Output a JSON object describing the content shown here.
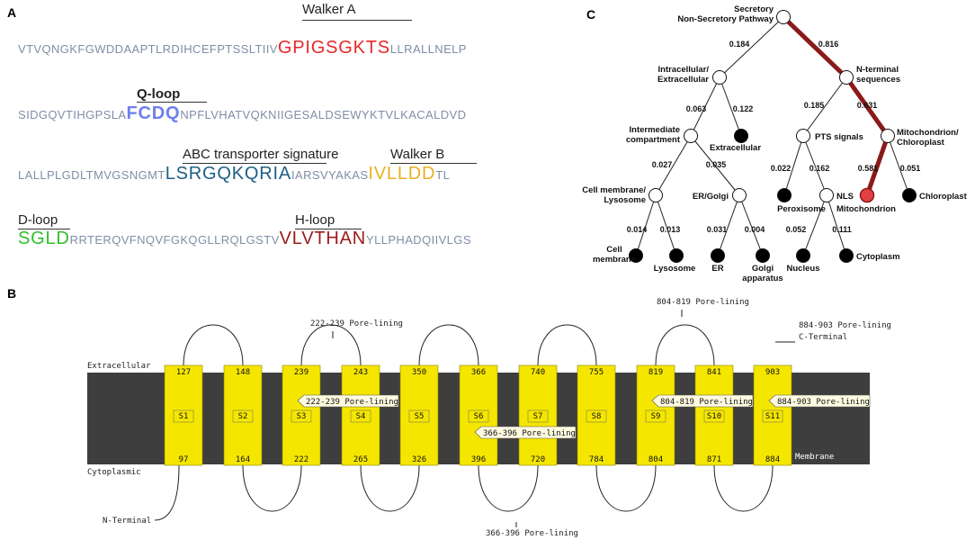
{
  "panels": {
    "a": "A",
    "b": "B",
    "c": "C"
  },
  "panel_a": {
    "lines": [
      {
        "pre": "VTVQNGKFGWDDAAPTLRDIHCEFPTSSLTIIV",
        "motif": "GPIGSGKTS",
        "post": "LLRALLNELP",
        "label": "Walker A",
        "color": "#e8272a"
      },
      {
        "pre": "SIDGQVTIHGPSLA",
        "motif": "FCDQ",
        "post": "NPFLVHATVQKNIIGESALDSEWYKTVLKACALDVD",
        "label": "Q-loop",
        "color": "#6f7ff0"
      },
      {
        "pre": "LALLPLGDLTMVGSNGMT",
        "motif": "LSRGQKQRIA",
        "post": "IARSVYAKAS",
        "motif2": "IVLLDD",
        "post2": "TL",
        "label": "ABC transporter signature",
        "label2": "Walker B",
        "color": "#1d5f86",
        "color2": "#e8b01f"
      },
      {
        "pre": "",
        "motif": "SGLD",
        "post": "RRTERQVFNQVFGKQGLLRQLGSTV",
        "motif2": "VLVTHAN",
        "post2": "YLLPHADQIIVLGS",
        "label": "D-loop",
        "label2": "H-loop",
        "color": "#2fbf2a",
        "color2": "#9b1a1a"
      }
    ]
  },
  "panel_b": {
    "side_labels": {
      "extracellular": "Extracellular",
      "cytoplasmic": "Cytoplasmic",
      "membrane": "Membrane"
    },
    "segments": [
      {
        "name": "S1",
        "top": "127",
        "bottom": "97"
      },
      {
        "name": "S2",
        "top": "148",
        "bottom": "164"
      },
      {
        "name": "S3",
        "top": "239",
        "bottom": "222"
      },
      {
        "name": "S4",
        "top": "243",
        "bottom": "265"
      },
      {
        "name": "S5",
        "top": "350",
        "bottom": "326"
      },
      {
        "name": "S6",
        "top": "366",
        "bottom": "396"
      },
      {
        "name": "S7",
        "top": "740",
        "bottom": "720"
      },
      {
        "name": "S8",
        "top": "755",
        "bottom": "784"
      },
      {
        "name": "S9",
        "top": "819",
        "bottom": "804"
      },
      {
        "name": "S10",
        "top": "841",
        "bottom": "871"
      },
      {
        "name": "S11",
        "top": "903",
        "bottom": "884"
      }
    ],
    "pore_tags": [
      "222-239 Pore-lining",
      "366-396 Pore-lining",
      "804-819 Pore-lining",
      "884-903 Pore-lining"
    ],
    "callouts": {
      "c1": "222-239 Pore-lining",
      "c2": "804-819 Pore-lining",
      "c3": "884-903 Pore-lining",
      "c3b": "C-Terminal",
      "c4": "N-Terminal",
      "c5": "366-396 Pore-lining"
    }
  },
  "panel_c": {
    "nodes": {
      "root": [
        "Secretory",
        "Non-Secretory Pathway"
      ],
      "intra": [
        "Intracellular/",
        "Extracellular"
      ],
      "nterm": [
        "N-terminal",
        "sequences"
      ],
      "intermediate": [
        "Intermediate",
        "compartment"
      ],
      "extracellular": [
        "Extracellular"
      ],
      "pts": [
        "PTS signals"
      ],
      "mito": [
        "Mitochondrion/",
        "Chloroplast"
      ],
      "cellmem": [
        "Cell membrane/",
        "Lysosome"
      ],
      "ergolgi": [
        "ER/Golgi"
      ],
      "peroxisome": [
        "Peroxisome"
      ],
      "nls": [
        "NLS"
      ],
      "mitochondrion": [
        "Mitochondrion"
      ],
      "chloroplast": [
        "Chloroplast"
      ],
      "cellmembrane": [
        "Cell",
        "membrane"
      ],
      "lysosome": [
        "Lysosome"
      ],
      "er": [
        "ER"
      ],
      "golgi": [
        "Golgi",
        "apparatus"
      ],
      "nucleus": [
        "Nucleus"
      ],
      "cytoplasm": [
        "Cytoplasm"
      ]
    },
    "edge_values": {
      "root_intra": "0.184",
      "root_nterm": "0.816",
      "intra_inter": "0.063",
      "intra_extra": "0.122",
      "nterm_pts": "0.185",
      "nterm_mito": "0.631",
      "inter_cm": "0.027",
      "inter_er": "0.035",
      "pts_perox": "0.022",
      "pts_nls": "0.162",
      "mito_mito": "0.581",
      "mito_chloro": "0.051",
      "cm_cell": "0.014",
      "cm_lyso": "0.013",
      "er_er": "0.031",
      "er_golgi": "0.004",
      "nls_nuc": "0.052",
      "nls_cyto": "0.111"
    },
    "colors": {
      "highlight": "#8b1a1a",
      "highlight_node": "#e04040"
    }
  }
}
